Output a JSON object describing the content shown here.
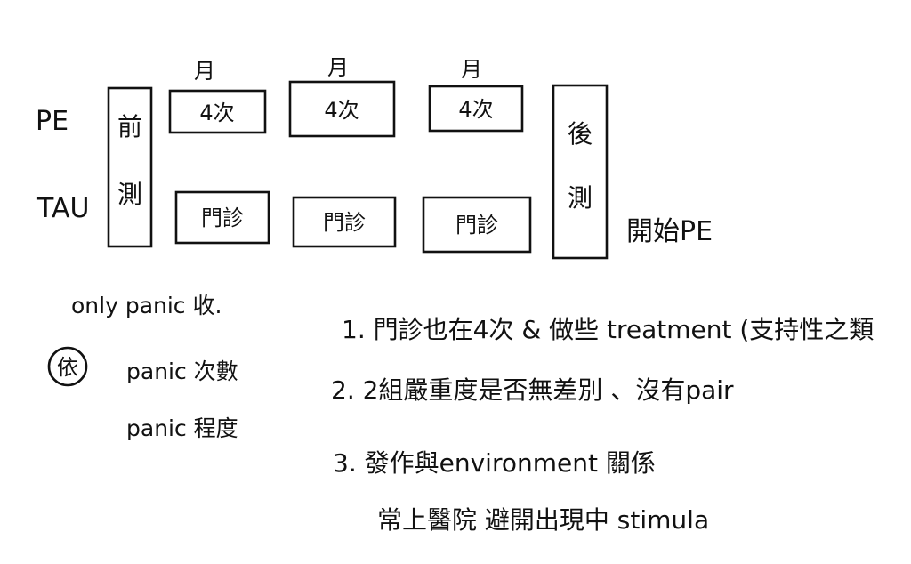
{
  "rows": {
    "pe_label": "PE",
    "tau_label": "TAU"
  },
  "pre_test": {
    "char1": "前",
    "char2": "測"
  },
  "post_test": {
    "char1": "後",
    "char2": "測"
  },
  "months": [
    "月",
    "月",
    "月"
  ],
  "pe_sessions": [
    "4次",
    "4次",
    "4次"
  ],
  "tau_sessions": [
    "門診",
    "門診",
    "門診"
  ],
  "start_pe": "開始PE",
  "notes": {
    "only_panic": "only panic 收.",
    "circled_char": "依",
    "panic_count": "panic 次數",
    "panic_severity": "panic 程度"
  },
  "list": {
    "item1": "1. 門診也在4次 & 做些 treatment (支持性之類",
    "item2": "2. 2組嚴重度是否無差別 、沒有pair",
    "item3_line1": "3. 發作與environment 關係",
    "item3_line2": "常上醫院 避開出現中 stimula"
  }
}
